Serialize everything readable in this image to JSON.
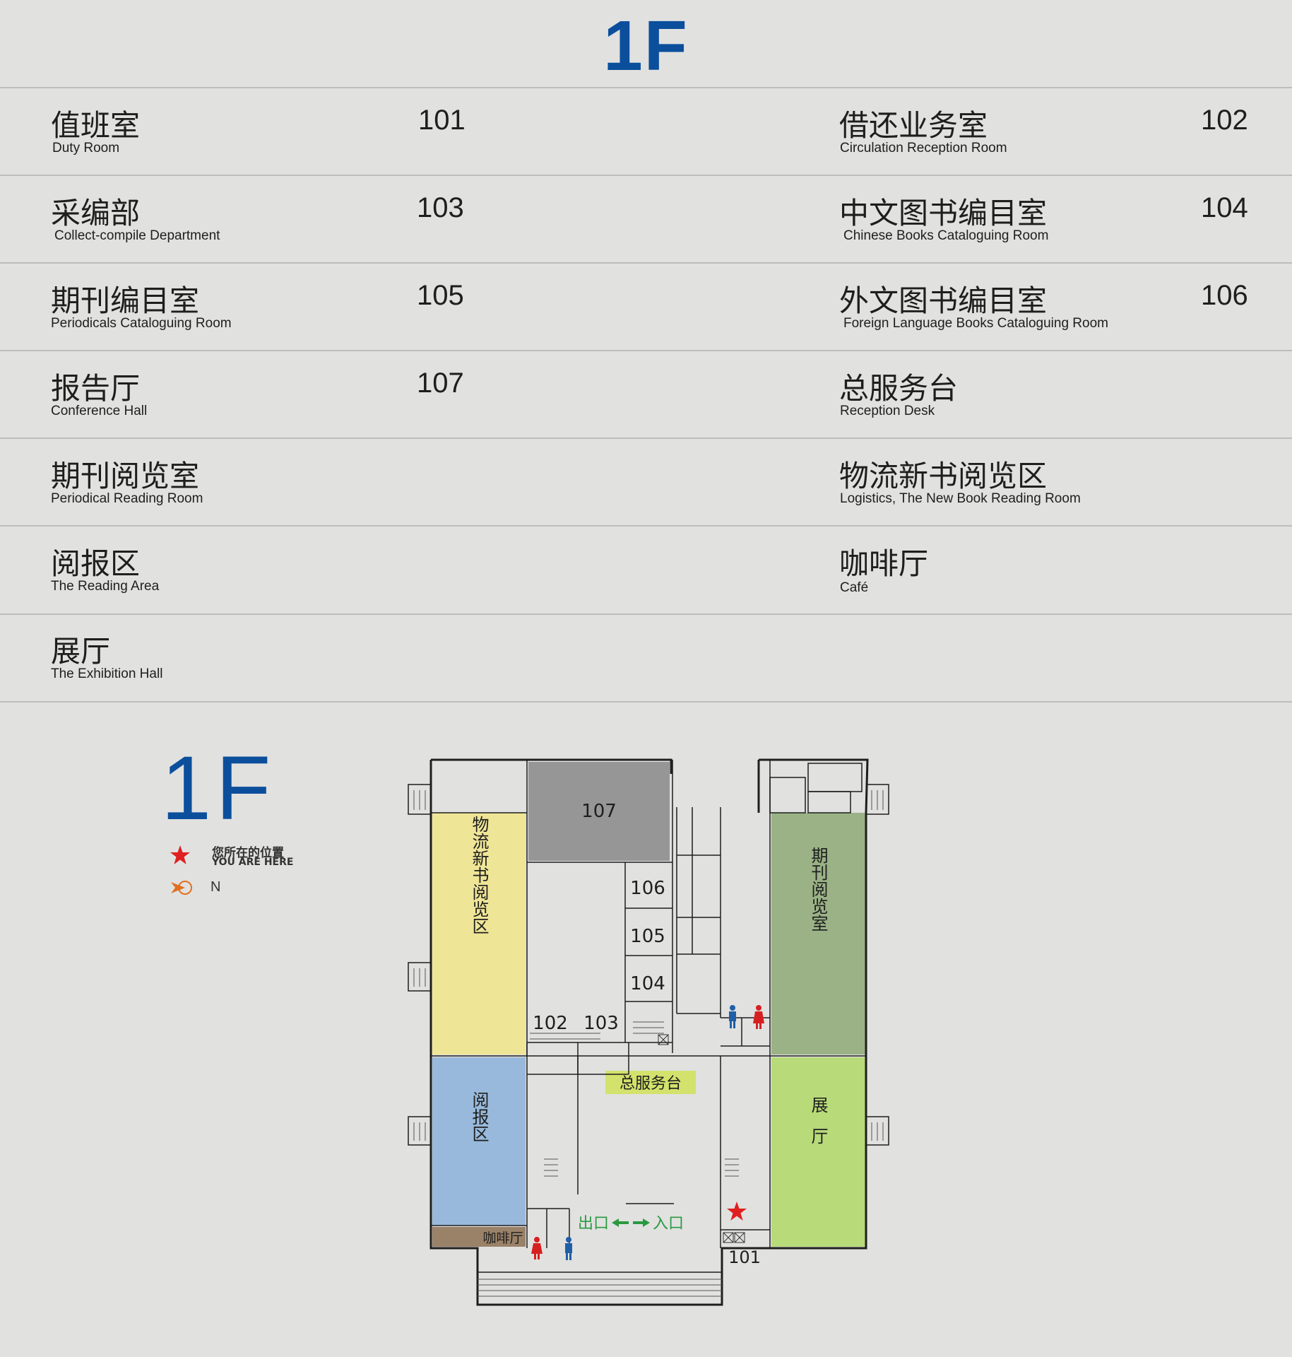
{
  "header": {
    "title": "1F"
  },
  "directory": {
    "left": [
      {
        "cn": "值班室",
        "en": "Duty Room",
        "num": "101"
      },
      {
        "cn": "采编部",
        "en": "Collect-compile Department",
        "num": "103"
      },
      {
        "cn": "期刊编目室",
        "en": "Periodicals Cataloguing Room",
        "num": "105"
      },
      {
        "cn": "报告厅",
        "en": "Conference Hall",
        "num": "107"
      },
      {
        "cn": "期刊阅览室",
        "en": "Periodical Reading Room",
        "num": ""
      },
      {
        "cn": "阅报区",
        "en": "The Reading Area",
        "num": ""
      },
      {
        "cn": "展厅",
        "en": "The Exhibition Hall",
        "num": ""
      }
    ],
    "right": [
      {
        "cn": "借还业务室",
        "en": "Circulation Reception Room",
        "num": "102"
      },
      {
        "cn": "中文图书编目室",
        "en": "Chinese Books Cataloguing Room",
        "num": "104"
      },
      {
        "cn": "外文图书编目室",
        "en": "Foreign Language Books Cataloguing Room",
        "num": "106"
      },
      {
        "cn": "总服务台",
        "en": "Reception Desk",
        "num": ""
      },
      {
        "cn": "物流新书阅览区",
        "en": "Logistics, The New Book Reading Room",
        "num": ""
      },
      {
        "cn": "咖啡厅",
        "en": "Café",
        "num": ""
      }
    ]
  },
  "legend": {
    "floor": "1F",
    "you_are_here_cn": "您所在的位置",
    "you_are_here_en": "YOU ARE HERE",
    "north_label": "N",
    "star_icon": "star-icon",
    "compass_icon": "north-arrow-icon"
  },
  "floorplan": {
    "room_107": "107",
    "room_106": "106",
    "room_105": "105",
    "room_104": "104",
    "room_102": "102",
    "room_103": "103",
    "room_101": "101",
    "logistics_area": "物流新书阅览区",
    "periodical_room": "期刊阅览室",
    "reading_area": "阅报区",
    "exhibition": "展厅",
    "cafe": "咖啡厅",
    "reception": "总服务台",
    "exit": "出口",
    "entrance": "入口"
  },
  "colors": {
    "brand_blue": "#0b4f9c",
    "logistics": "#efe597",
    "conference": "#969696",
    "periodical": "#9ab286",
    "reading": "#98b9db",
    "exhibition": "#b8da79",
    "cafe": "#9a8268",
    "reception": "#d2e26c",
    "star": "#e02020",
    "green_text": "#2a9a40"
  }
}
